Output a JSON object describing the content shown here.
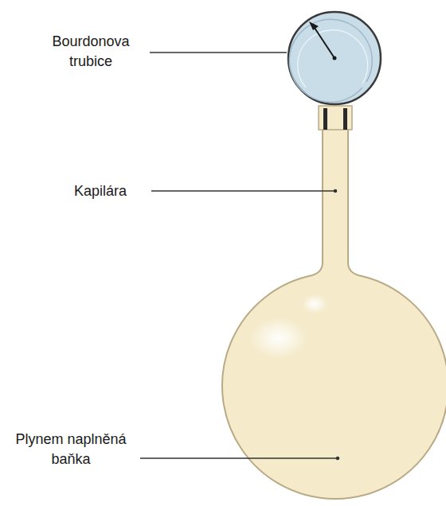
{
  "diagram": {
    "labels": [
      "Bourdonova trubice",
      "Kapilára",
      "Plynem naplněná baňka"
    ]
  }
}
